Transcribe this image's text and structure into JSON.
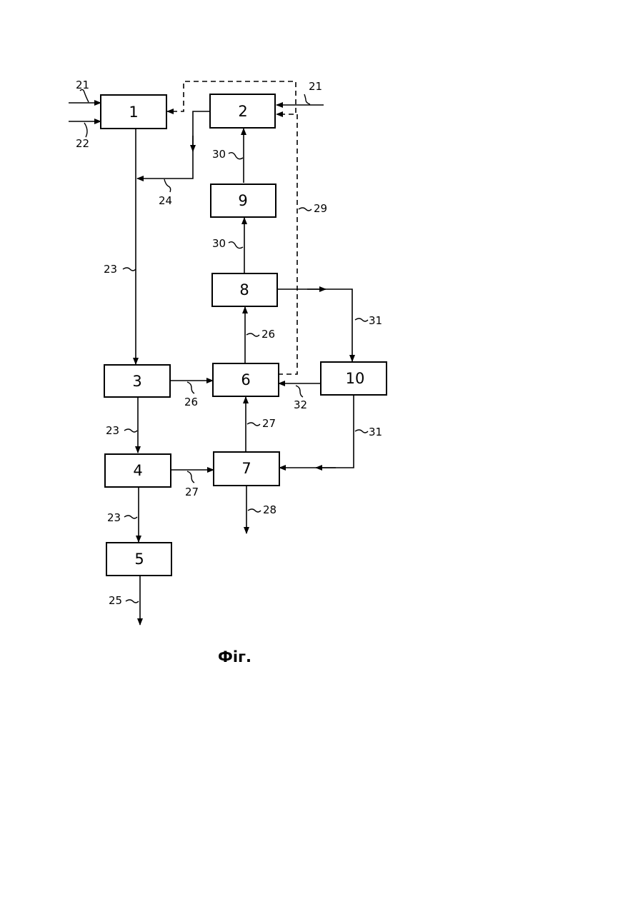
{
  "diagram": {
    "caption": "Фіг.",
    "blocks": {
      "b1": "1",
      "b2": "2",
      "b3": "3",
      "b4": "4",
      "b5": "5",
      "b6": "6",
      "b7": "7",
      "b8": "8",
      "b9": "9",
      "b10": "10"
    },
    "labels": {
      "l21a": "21",
      "l21b": "21",
      "l22": "22",
      "l24": "24",
      "l23a": "23",
      "l23b": "23",
      "l23c": "23",
      "l25": "25",
      "l26a": "26",
      "l26b": "26",
      "l27a": "27",
      "l27b": "27",
      "l28": "28",
      "l29": "29",
      "l30a": "30",
      "l30b": "30",
      "l31a": "31",
      "l31b": "31",
      "l32": "32"
    }
  }
}
